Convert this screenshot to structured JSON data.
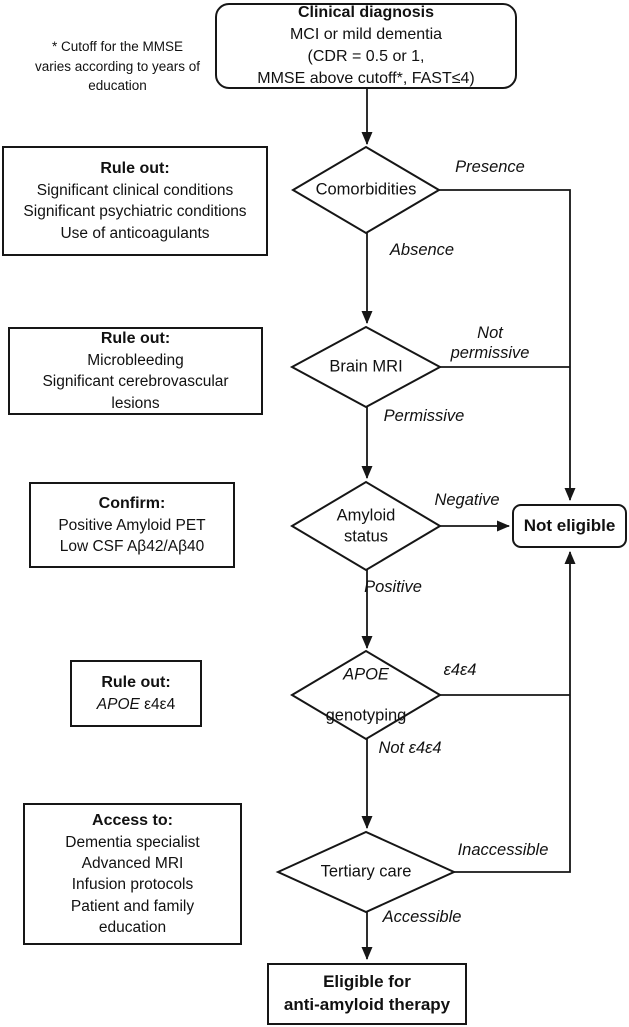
{
  "start_box": {
    "title": "Clinical diagnosis",
    "subtitle": "MCI or mild dementia\n(CDR = 0.5 or 1,\nMMSE above cutoff*, FAST≤4)"
  },
  "footnote": "* Cutoff for the MMSE\nvaries according to years of\neducation",
  "side_boxes": [
    {
      "heading": "Rule out:",
      "body": "Significant clinical conditions\nSignificant psychiatric conditions\nUse of anticoagulants"
    },
    {
      "heading": "Rule out:",
      "body": "Microbleeding\nSignificant cerebrovascular\nlesions"
    },
    {
      "heading": "Confirm:",
      "body": "Positive Amyloid PET\nLow CSF Aβ42/Aβ40"
    },
    {
      "heading": "Rule out:",
      "body_italic": "APOE",
      "body_rest": " ε4ε4"
    },
    {
      "heading": "Access to:",
      "body": "Dementia specialist\nAdvanced MRI\nInfusion protocols\nPatient and family\neducation"
    }
  ],
  "decisions": {
    "comorbidities": {
      "label": "Comorbidities",
      "branch_right": "Presence",
      "branch_down": "Absence"
    },
    "brain_mri": {
      "label": "Brain MRI",
      "branch_right": "Not\npermissive",
      "branch_down": "Permissive"
    },
    "amyloid": {
      "label": "Amyloid\nstatus",
      "branch_right": "Negative",
      "branch_down": "Positive"
    },
    "apoe": {
      "label_italic": "APOE",
      "label_rest": "genotyping",
      "branch_right": "ε4ε4",
      "branch_down": "Not ε4ε4"
    },
    "tertiary": {
      "label": "Tertiary care",
      "branch_right": "Inaccessible",
      "branch_down": "Accessible"
    }
  },
  "end_boxes": {
    "not_eligible": "Not eligible",
    "eligible": "Eligible for\nanti-amyloid therapy"
  },
  "colors": {
    "stroke": "#161616",
    "text": "#111111",
    "background": "#ffffff"
  }
}
